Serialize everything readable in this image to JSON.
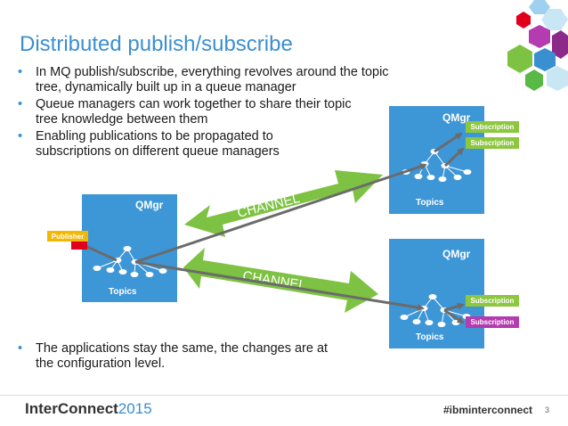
{
  "title": "Distributed publish/subscribe",
  "bullets_top": [
    "In MQ publish/subscribe, everything revolves around the topic tree, dynamically built up in a queue manager",
    "Queue managers can work together to share their topic tree knowledge between them",
    "Enabling publications to be propagated to subscriptions on different queue managers"
  ],
  "bullets_bottom": [
    "The applications stay the same, the changes are at the configuration level."
  ],
  "qmgr_left": {
    "label": "QMgr",
    "topics": "Topics",
    "publisher": "Publisher"
  },
  "qmgr_top_right": {
    "label": "QMgr",
    "topics": "Topics",
    "subscriptions": [
      "Subscription",
      "Subscription"
    ]
  },
  "qmgr_bottom_right": {
    "label": "QMgr",
    "topics": "Topics",
    "subscriptions": [
      "Subscription",
      "Subscription"
    ]
  },
  "channels": [
    "CHANNEL",
    "CHANNEL"
  ],
  "footer": {
    "brand": "InterConnect",
    "year": "2015",
    "hashtag": "#ibminterconnect",
    "page": "3"
  },
  "colors": {
    "accent": "#3a8fd1",
    "qmgr_fill": "#3d96d6",
    "channel_green": "#7dc242",
    "subscription_green": "#8dc63f",
    "subscription_purple": "#b43bb0",
    "publisher_yellow": "#f2b705",
    "publisher_red": "#e0001b",
    "arrow_grey": "#6b6b6b"
  }
}
